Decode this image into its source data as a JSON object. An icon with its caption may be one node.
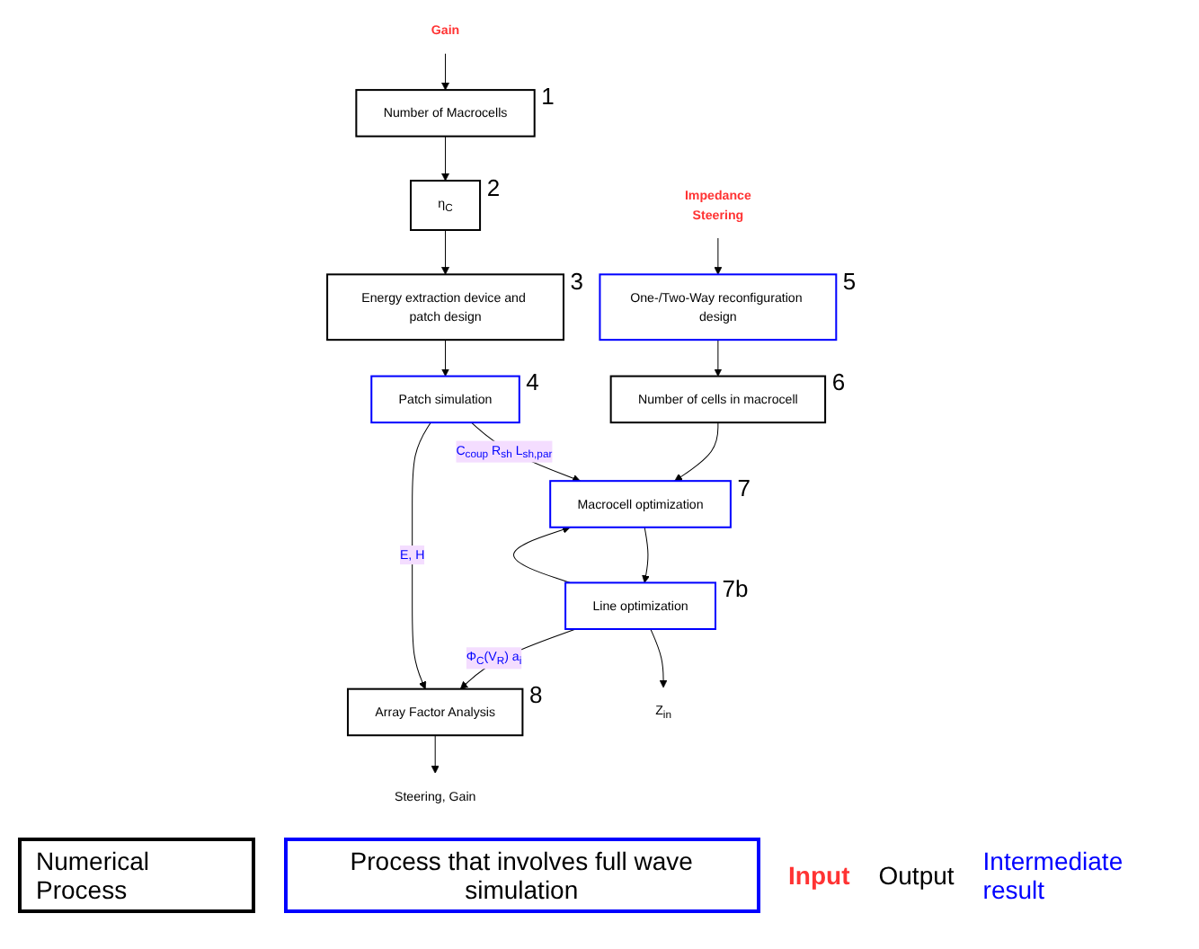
{
  "diagram": {
    "nodes": [
      {
        "text": [
          "One-/Two-Way reconfiguration design"
        ],
        "beside": [
          "5"
        ]
      },
      {
        "text": [
          "Number of cells in macrocell"
        ],
        "beside": [
          "6"
        ]
      },
      {
        "text": [
          "Macrocell optimization"
        ],
        "beside": [
          "7"
        ]
      },
      {
        "text": [
          "Line optimization"
        ],
        "beside": [
          "7b"
        ]
      },
      {
        "text": [
          "Number of Macrocells"
        ],
        "beside": [
          "1"
        ]
      },
      {
        "text": [
          "η$_{C}$"
        ],
        "beside": [
          "2"
        ]
      },
      {
        "text": [
          "Energy extraction device and patch design"
        ],
        "beside": [
          "3"
        ]
      },
      {
        "text": [
          "Patch simulation"
        ],
        "beside": [
          "4"
        ]
      },
      {
        "text": [
          "Array Factor Analysis"
        ],
        "beside": [
          "8"
        ]
      },
      {
        "text": [
          "Impedance",
          "Steering"
        ]
      },
      {
        "text": [
          "Gain"
        ]
      },
      {
        "text": [
          "Z$_{in}$"
        ]
      },
      {
        "text": [
          "Steering, Gain"
        ]
      }
    ],
    "edges": [
      {
        "from": 9,
        "to": 0,
        "arrow": "to"
      },
      {
        "from": 0,
        "to": 1,
        "arrow": "to"
      },
      {
        "from": 1,
        "to": 2,
        "arrow": "to"
      },
      {
        "from": 2,
        "to": 3,
        "arrow": "to"
      },
      {
        "from": 10,
        "to": 4,
        "arrow": "to"
      },
      {
        "from": 4,
        "to": 5,
        "arrow": "to"
      },
      {
        "from": 5,
        "to": 6,
        "arrow": "to"
      },
      {
        "from": 6,
        "to": 7,
        "arrow": "to"
      },
      {
        "from": 7,
        "to": 2,
        "arrow": "to",
        "label": "C$_{coup}$ R$_{sh}$ L$_{sh,par}$"
      },
      {
        "from": 3,
        "to": 2,
        "arrow": "to"
      },
      {
        "from": 3,
        "to": 8,
        "arrow": "to",
        "label": "Φ$_{C}$(V$_{R}$) a$_{i}$"
      },
      {
        "from": 7,
        "to": 8,
        "arrow": "to",
        "label": "E, H"
      },
      {
        "from": 3,
        "to": 11,
        "arrow": "to"
      },
      {
        "from": 8,
        "to": 12,
        "arrow": "to"
      }
    ],
    "legend": [
      {
        "text": "Numerical Process"
      },
      {
        "text": "Process that involves full wave simulation"
      },
      {
        "text": "Input",
        "color": "#ff3333"
      },
      {
        "text": "Output",
        "color": "#000000"
      },
      {
        "text": "Intermediate result",
        "color": "#0000ff"
      }
    ]
  }
}
